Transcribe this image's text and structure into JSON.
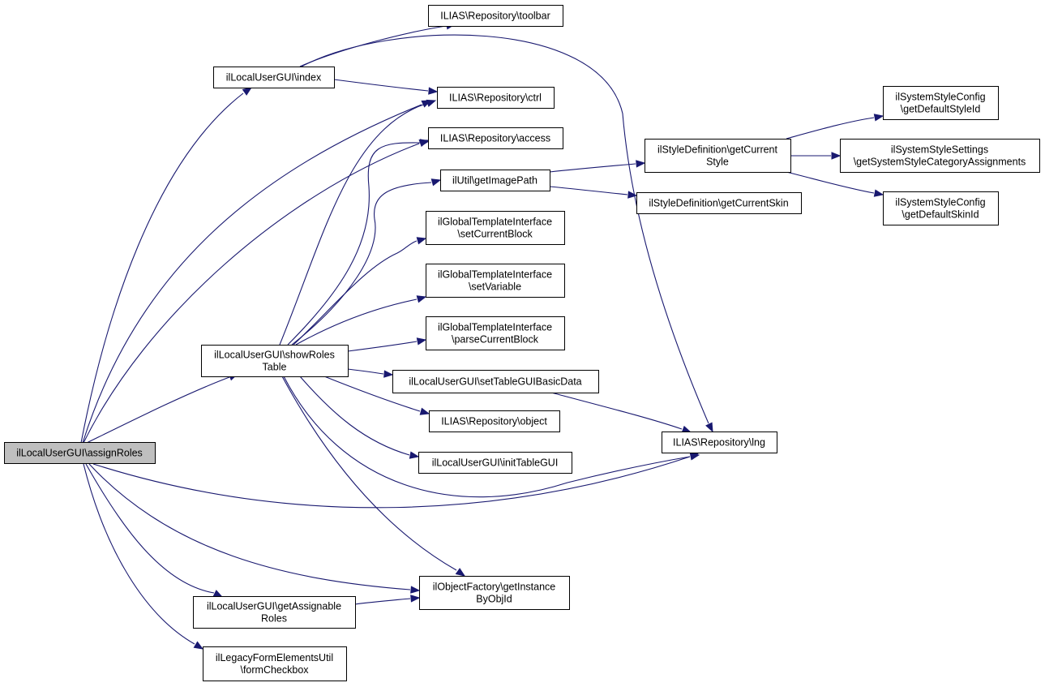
{
  "diagram": {
    "kind": "call-graph",
    "colors": {
      "edge": "#191970",
      "node_fill": "#ffffff",
      "root_fill": "#bfbfbf",
      "node_border": "#000000"
    },
    "nodes": [
      {
        "id": "assignRoles",
        "lines": [
          "ilLocalUserGUI\\assignRoles"
        ],
        "root": true
      },
      {
        "id": "index",
        "lines": [
          "ilLocalUserGUI\\index"
        ]
      },
      {
        "id": "toolbar",
        "lines": [
          "ILIAS\\Repository\\toolbar"
        ]
      },
      {
        "id": "ctrl",
        "lines": [
          "ILIAS\\Repository\\ctrl"
        ]
      },
      {
        "id": "access",
        "lines": [
          "ILIAS\\Repository\\access"
        ]
      },
      {
        "id": "getImagePath",
        "lines": [
          "ilUtil\\getImagePath"
        ]
      },
      {
        "id": "setCurrentBlock",
        "lines": [
          "ilGlobalTemplateInterface",
          "\\setCurrentBlock"
        ]
      },
      {
        "id": "setVariable",
        "lines": [
          "ilGlobalTemplateInterface",
          "\\setVariable"
        ]
      },
      {
        "id": "parseCurrentBlock",
        "lines": [
          "ilGlobalTemplateInterface",
          "\\parseCurrentBlock"
        ]
      },
      {
        "id": "showRolesTable",
        "lines": [
          "ilLocalUserGUI\\showRoles",
          "Table"
        ]
      },
      {
        "id": "setTableGUIBasicData",
        "lines": [
          "ilLocalUserGUI\\setTableGUIBasicData"
        ]
      },
      {
        "id": "object",
        "lines": [
          "ILIAS\\Repository\\object"
        ]
      },
      {
        "id": "initTableGUI",
        "lines": [
          "ilLocalUserGUI\\initTableGUI"
        ]
      },
      {
        "id": "getCurrentStyle",
        "lines": [
          "ilStyleDefinition\\getCurrent",
          "Style"
        ]
      },
      {
        "id": "getCurrentSkin",
        "lines": [
          "ilStyleDefinition\\getCurrentSkin"
        ]
      },
      {
        "id": "getDefaultStyleId",
        "lines": [
          "ilSystemStyleConfig",
          "\\getDefaultStyleId"
        ]
      },
      {
        "id": "getSystemStyleCategoryAssignments",
        "lines": [
          "ilSystemStyleSettings",
          "\\getSystemStyleCategoryAssignments"
        ]
      },
      {
        "id": "getDefaultSkinId",
        "lines": [
          "ilSystemStyleConfig",
          "\\getDefaultSkinId"
        ]
      },
      {
        "id": "lng",
        "lines": [
          "ILIAS\\Repository\\lng"
        ]
      },
      {
        "id": "getInstanceByObjId",
        "lines": [
          "ilObjectFactory\\getInstance",
          "ByObjId"
        ]
      },
      {
        "id": "getAssignableRoles",
        "lines": [
          "ilLocalUserGUI\\getAssignable",
          "Roles"
        ]
      },
      {
        "id": "formCheckbox",
        "lines": [
          "ilLegacyFormElementsUtil",
          "\\formCheckbox"
        ]
      }
    ],
    "edges": [
      {
        "from": "assignRoles",
        "to": "index"
      },
      {
        "from": "assignRoles",
        "to": "ctrl"
      },
      {
        "from": "assignRoles",
        "to": "access"
      },
      {
        "from": "assignRoles",
        "to": "showRolesTable"
      },
      {
        "from": "assignRoles",
        "to": "lng"
      },
      {
        "from": "assignRoles",
        "to": "getInstanceByObjId"
      },
      {
        "from": "assignRoles",
        "to": "getAssignableRoles"
      },
      {
        "from": "assignRoles",
        "to": "formCheckbox"
      },
      {
        "from": "index",
        "to": "toolbar"
      },
      {
        "from": "index",
        "to": "ctrl"
      },
      {
        "from": "index",
        "to": "lng"
      },
      {
        "from": "showRolesTable",
        "to": "ctrl"
      },
      {
        "from": "showRolesTable",
        "to": "access"
      },
      {
        "from": "showRolesTable",
        "to": "getImagePath"
      },
      {
        "from": "showRolesTable",
        "to": "setCurrentBlock"
      },
      {
        "from": "showRolesTable",
        "to": "setVariable"
      },
      {
        "from": "showRolesTable",
        "to": "parseCurrentBlock"
      },
      {
        "from": "showRolesTable",
        "to": "setTableGUIBasicData"
      },
      {
        "from": "showRolesTable",
        "to": "object"
      },
      {
        "from": "showRolesTable",
        "to": "initTableGUI"
      },
      {
        "from": "showRolesTable",
        "to": "lng"
      },
      {
        "from": "showRolesTable",
        "to": "getInstanceByObjId"
      },
      {
        "from": "getImagePath",
        "to": "getCurrentStyle"
      },
      {
        "from": "getImagePath",
        "to": "getCurrentSkin"
      },
      {
        "from": "getCurrentStyle",
        "to": "getDefaultStyleId"
      },
      {
        "from": "getCurrentStyle",
        "to": "getSystemStyleCategoryAssignments"
      },
      {
        "from": "getCurrentStyle",
        "to": "getDefaultSkinId"
      },
      {
        "from": "setTableGUIBasicData",
        "to": "lng"
      },
      {
        "from": "getAssignableRoles",
        "to": "getInstanceByObjId"
      }
    ]
  }
}
